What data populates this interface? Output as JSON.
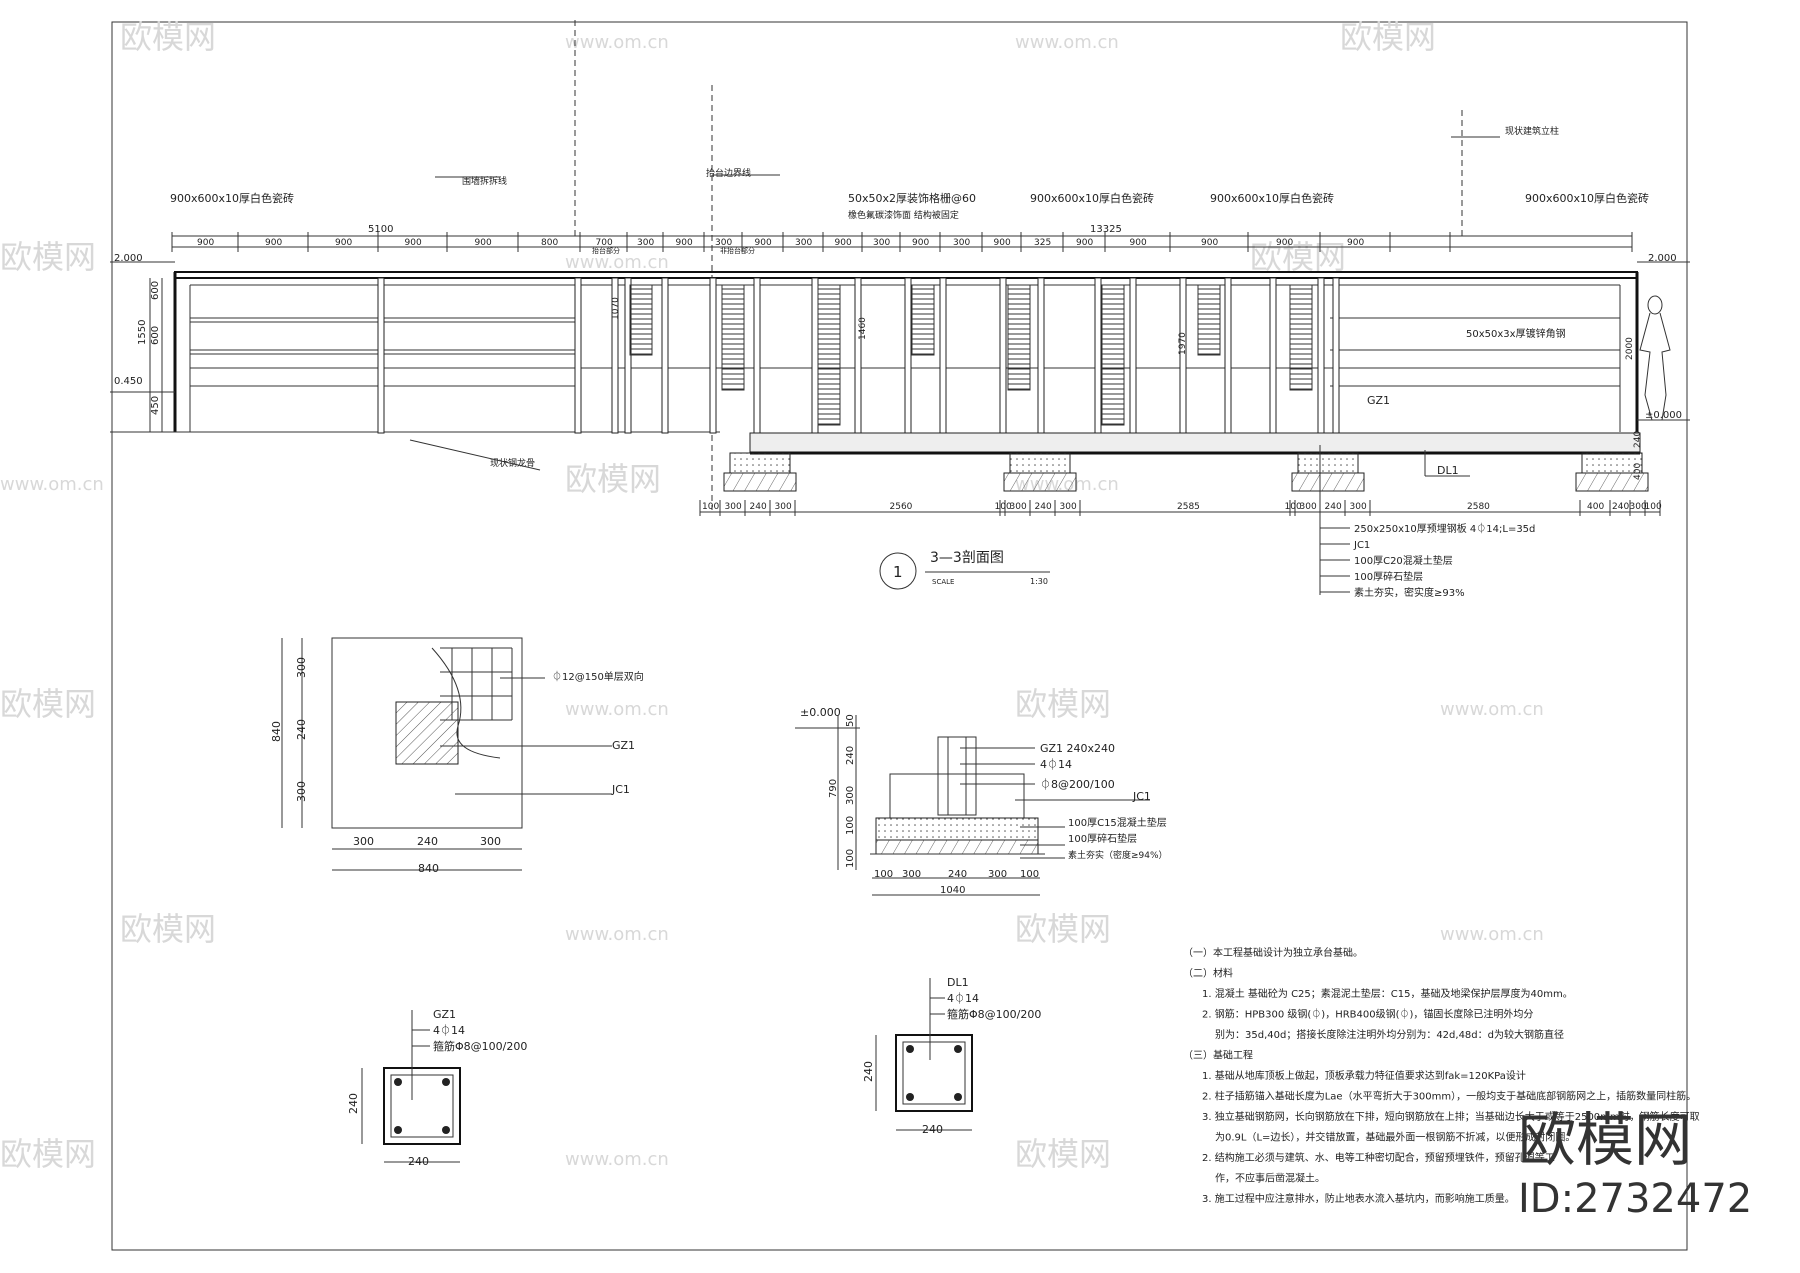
{
  "section": {
    "title": "3—3剖面图",
    "number": "1",
    "scale_label": "SCALE",
    "scale": "1:30",
    "labels": {
      "tile_left": "900x600x10厚白色瓷砖",
      "tile_m1": "900x600x10厚白色瓷砖",
      "tile_m2": "900x600x10厚白色瓷砖",
      "tile_right": "900x600x10厚白色瓷砖",
      "grille": "50x50x2厚装饰格栅@60",
      "grille_note": "橡色氟碳漆饰面 结构被固定",
      "wall_demolish": "围墙拆拆线",
      "platform_edge": "抬台边界线",
      "existing_column": "现状建筑立柱",
      "existing_rail": "现状钢龙骨",
      "angle_steel": "50x50x3x厚镀锌角钢",
      "gz1": "GZ1",
      "dl1": "DL1",
      "small_left": "抬台部分",
      "small_right": "非抬台部分"
    },
    "elev": {
      "top_left": "2.000",
      "top_right": "2.000",
      "mid_left": "0.450",
      "zero_right": "±0.000"
    },
    "dims_top_total_left": "5100",
    "dims_top_total_right": "13325",
    "dims_top": [
      "900",
      "900",
      "900",
      "900",
      "900",
      "800",
      "700",
      "300",
      "900",
      "300",
      "900",
      "300",
      "900",
      "300",
      "900",
      "300",
      "900",
      "325",
      "900",
      "900",
      "900",
      "900",
      "900"
    ],
    "dims_left_vert": [
      "600",
      "600",
      "1550",
      "450"
    ],
    "dims_inner": [
      "1070",
      "1460",
      "1970",
      "2000",
      "240",
      "400"
    ],
    "dims_bottom": [
      "100",
      "300",
      "240",
      "300",
      "2560",
      "100",
      "300",
      "240",
      "300",
      "2585",
      "100",
      "300",
      "240",
      "300",
      "2580",
      "400",
      "240",
      "300",
      "100"
    ],
    "callouts": [
      "250x250x10厚预埋钢板  4⏀14;L=35d",
      "JC1",
      "100厚C20混凝土垫层",
      "100厚碎石垫层",
      "素土夯实，密实度≥93%"
    ]
  },
  "plan_jc1": {
    "rebar": "⏀12@150单层双向",
    "gz1": "GZ1",
    "jc1": "JC1",
    "dims_h": [
      "300",
      "240",
      "300"
    ],
    "total_h": "840",
    "dims_v": [
      "300",
      "240",
      "300"
    ],
    "total_v": "840"
  },
  "detail_jc1": {
    "zero": "±0.000",
    "gz1": "GZ1 240x240",
    "bars": "4⏀14",
    "stirrups": "⏀8@200/100",
    "jc1": "JC1",
    "layer1": "100厚C15混凝土垫层",
    "layer2": "100厚碎石垫层",
    "layer3": "素土夯实（密度≥94%）",
    "dims_v": [
      "50",
      "240",
      "300",
      "100",
      "100"
    ],
    "total_v": "790",
    "dims_h": [
      "100",
      "300",
      "240",
      "300",
      "100"
    ],
    "total_h": "1040"
  },
  "gz1_section": {
    "name": "GZ1",
    "bars": "4⏀14",
    "stirrups": "箍筋Φ8@100/200",
    "dim_v": "240",
    "dim_h": "240"
  },
  "dl1_section": {
    "name": "DL1",
    "bars": "4⏀14",
    "stirrups": "箍筋Φ8@100/200",
    "dim_v": "240",
    "dim_h": "240"
  },
  "notes": [
    "（一）本工程基础设计为独立承台基础。",
    "（二）材料",
    "1. 混凝土 基础砼为 C25；素混泥土垫层：C15，基础及地梁保护层厚度为40mm。",
    "2. 钢筋：HPB300 级钢(⏀)，HRB400级钢(⏀)，锚固长度除已注明外均分",
    "别为：35d,40d；搭接长度除注注明外均分别为：42d,48d：d为较大钢筋直径",
    "（三）基础工程",
    "1. 基础从地库顶板上做起，顶板承载力特征值要求达到fak=120KPa设计",
    "2. 柱子插筋锚入基础长度为Lae（水平弯折大于300mm），一般均支于基础底部钢筋网之上，插筋数量同柱筋。",
    "3. 独立基础钢筋网，长向钢筋放在下排，短向钢筋放在上排；当基础边长大于或等于2500mm时，钢筋长度可取",
    "为0.9L（L=边长），并交错放置，基础最外面一根钢筋不折减，以便形成封闭圈。",
    "2. 结构施工必须与建筑、水、电等工种密切配合，预留预埋铁件，预留孔洞等工",
    "作，不应事后凿混凝土。",
    "3. 施工过程中应注意排水，防止地表水流入基坑内，而影响施工质量。"
  ],
  "watermark": {
    "brand": "欧模网",
    "url": "www.om.cn",
    "id": "ID:2732472"
  }
}
